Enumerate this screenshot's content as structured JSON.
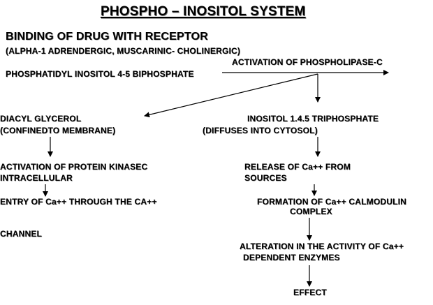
{
  "title": "PHOSPHO – INOSITOL SYSTEM",
  "heading": "BINDING OF DRUG WITH RECEPTOR",
  "subheading": "(ALPHA-1 ADRENDERGIC, MUSCARINIC- CHOLINERGIC)",
  "pip2": "PHOSPHATIDYL INOSITOL 4-5 BIPHOSPHATE",
  "plc": "ACTIVATION OF PHOSPHOLIPASE-C",
  "left": {
    "dag_1": "DIACYL GLYCEROL",
    "dag_2": "(CONFINEDTO MEMBRANE)",
    "pkc_1": "ACTIVATION OF PROTEIN KINASEC",
    "pkc_2": "INTRACELLULAR",
    "entry_1": "ENTRY OF Ca++ THROUGH THE CA++",
    "entry_2": "CHANNEL"
  },
  "right": {
    "ip3_1": "INOSITOL 1.4.5 TRIPHOSPHATE",
    "ip3_2": "(DIFFUSES INTO CYTOSOL)",
    "release_1": "RELEASE OF Ca++ FROM",
    "release_2": "SOURCES",
    "calm_1": "FORMATION OF Ca++ CALMODULIN",
    "calm_2": "COMPLEX",
    "alt_1": "ALTERATION IN THE ACTIVITY OF Ca++",
    "alt_2": "DEPENDENT ENZYMES",
    "effect": "EFFECT"
  }
}
